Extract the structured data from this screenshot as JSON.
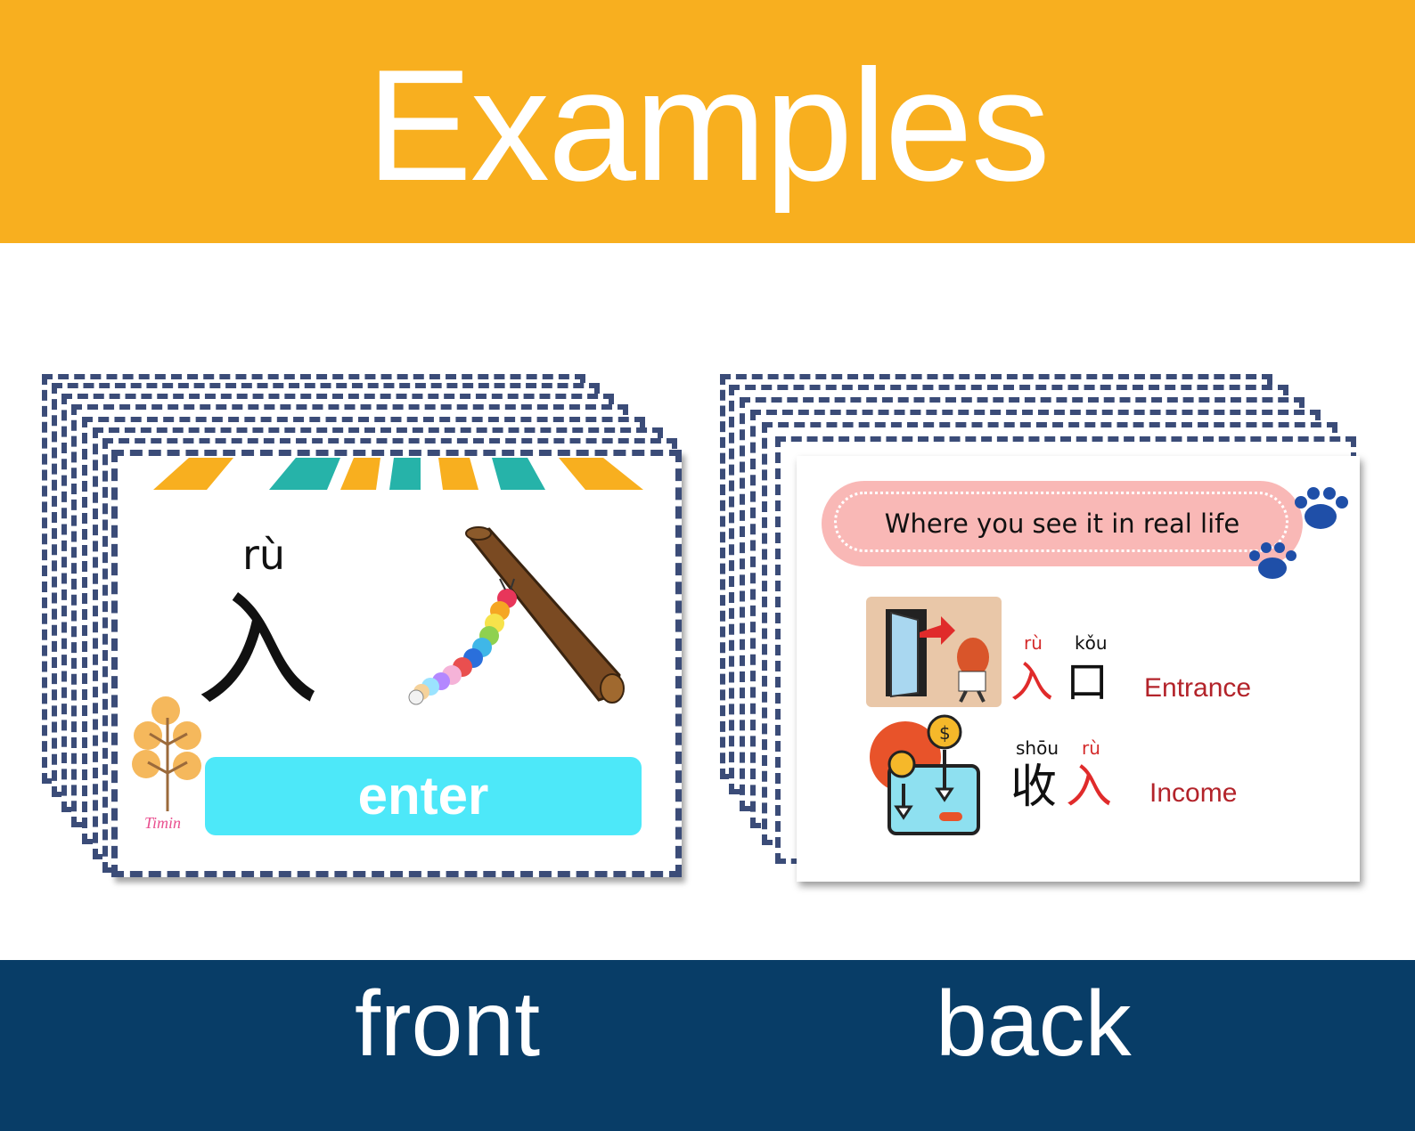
{
  "header": {
    "title": "Examples"
  },
  "footer": {
    "front_label": "front",
    "back_label": "back"
  },
  "front_card": {
    "pinyin": "rù",
    "character": "入",
    "meaning": "enter",
    "logo_text": "Timin"
  },
  "back_card": {
    "heading": "Where you see it in real life",
    "examples": [
      {
        "pinyin": [
          "rù",
          "kǒu"
        ],
        "characters": [
          "入",
          "口"
        ],
        "translation": "Entrance"
      },
      {
        "pinyin": [
          "shōu",
          "rù"
        ],
        "characters": [
          "收",
          "入"
        ],
        "translation": "Income"
      }
    ]
  },
  "colors": {
    "top_banner": "#F8AF1F",
    "bottom_banner": "#083D67",
    "enter_bar": "#4DE8F9",
    "card_border": "#3b4c78",
    "accent_red": "#d42a2a",
    "paw": "#1f4fa8"
  }
}
